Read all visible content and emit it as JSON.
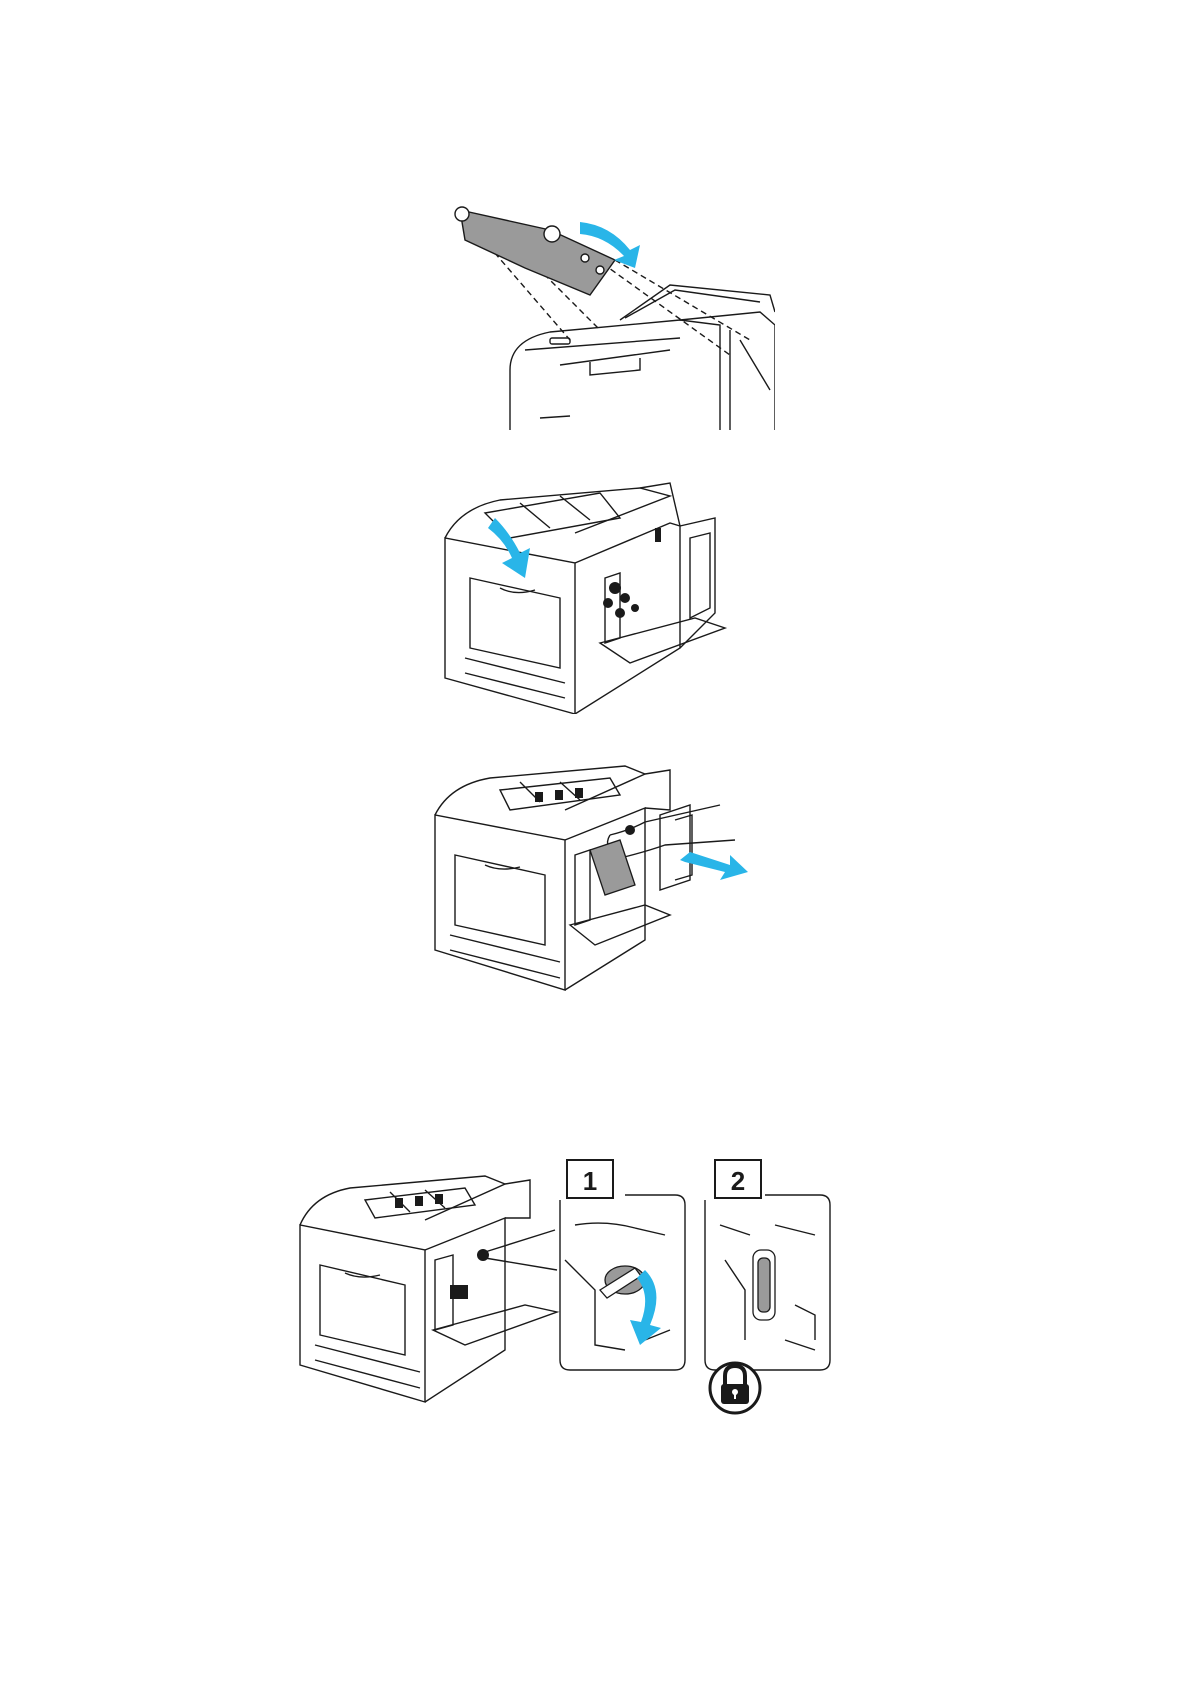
{
  "colors": {
    "line": "#1a1a1a",
    "accent": "#29b5e8",
    "shade": "#9a9a9a",
    "paper": "#ffffff"
  },
  "step_figures": [
    {
      "name": "fuser-cover-install"
    },
    {
      "name": "close-top-cover"
    },
    {
      "name": "insert-waste-cartridge"
    },
    {
      "name": "lock-cartridge-lever"
    }
  ],
  "callouts": {
    "step1": "1",
    "step2": "2"
  },
  "icons": {
    "lock": "lock-icon"
  }
}
